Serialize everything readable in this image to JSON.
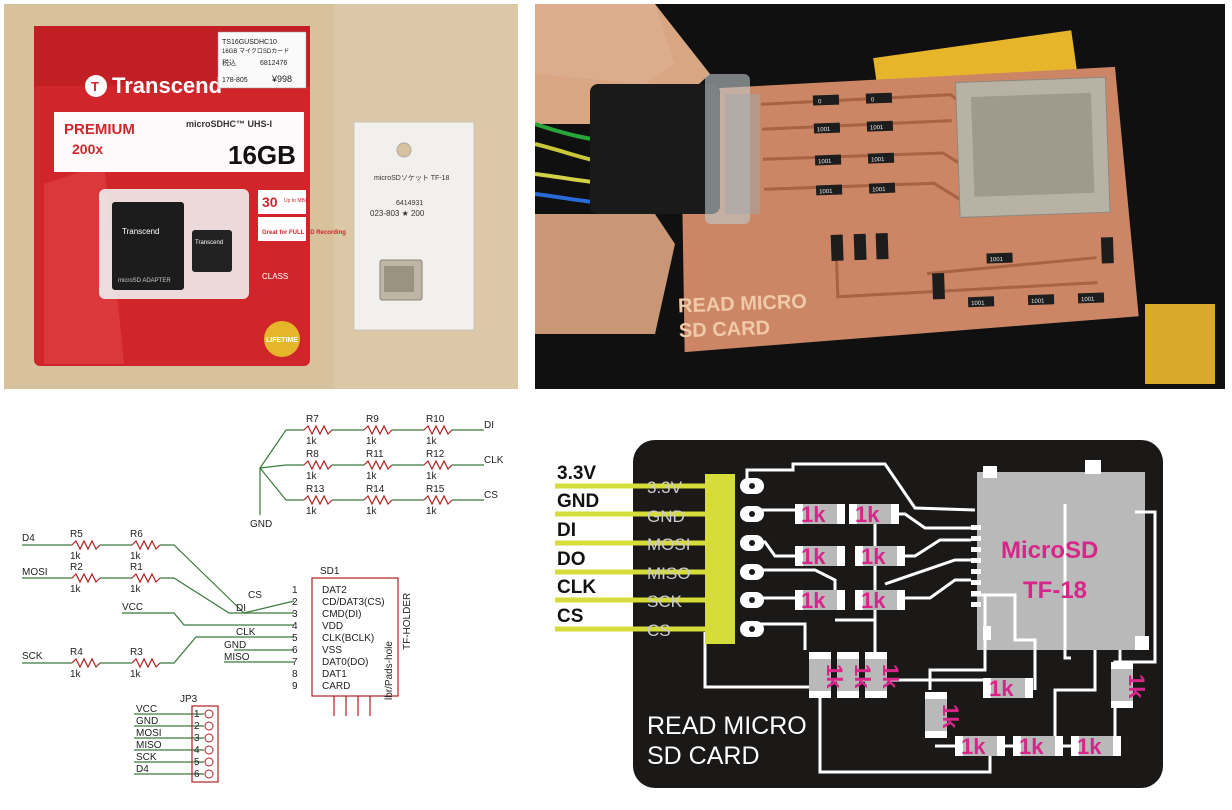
{
  "packages_photo": {
    "card_brand": "Transcend",
    "card_line": "PREMIUM",
    "card_speed": "200x",
    "card_type": "microSDHC™ UHS-I",
    "card_capacity": "16GB",
    "card_speed_class": "30",
    "card_speed_unit": "Up to MB/s",
    "card_fullhd": "Great for FULL HD Recording",
    "card_class": "CLASS",
    "card_adapter": "microSD ADAPTER",
    "card_lifetime": "LIFETIME",
    "price_tag_line1": "TS16GUSDHC10",
    "price_tag_line2": "16GB マイクロSDカード",
    "price_tag_tax": "税込",
    "price_tag_code1": "6812476",
    "price_tag_code2": "178-805",
    "price_tag_price": "¥998",
    "socket_label": "microSDソケット TF-18",
    "socket_code": "6414931",
    "socket_price": "023-803 ★ 200"
  },
  "board_photo": {
    "silkscreen": [
      "READ MICRO",
      "SD CARD"
    ],
    "resistor_marking": "1001",
    "resistor_marking_short": "0"
  },
  "schematic": {
    "resistors": [
      {
        "ref": "R7",
        "val": "1k"
      },
      {
        "ref": "R9",
        "val": "1k"
      },
      {
        "ref": "R10",
        "val": "1k"
      },
      {
        "ref": "R8",
        "val": "1k"
      },
      {
        "ref": "R11",
        "val": "1k"
      },
      {
        "ref": "R12",
        "val": "1k"
      },
      {
        "ref": "R13",
        "val": "1k"
      },
      {
        "ref": "R14",
        "val": "1k"
      },
      {
        "ref": "R15",
        "val": "1k"
      },
      {
        "ref": "R5",
        "val": "1k"
      },
      {
        "ref": "R6",
        "val": "1k"
      },
      {
        "ref": "R2",
        "val": "1k"
      },
      {
        "ref": "R1",
        "val": "1k"
      },
      {
        "ref": "R4",
        "val": "1k"
      },
      {
        "ref": "R3",
        "val": "1k"
      }
    ],
    "right_nets": [
      "DI",
      "CLK",
      "CS"
    ],
    "gnd": "GND",
    "left_nets": [
      "D4",
      "MOSI",
      "VCC",
      "SCK"
    ],
    "mid_nets": [
      "CS",
      "DI",
      "CLK",
      "GND",
      "MISO"
    ],
    "holder_ref": "SD1",
    "holder_name": "TF-HOLDER",
    "holder_pins": [
      {
        "num": "1",
        "name": "DAT2"
      },
      {
        "num": "2",
        "name": "CD/DAT3(CS)"
      },
      {
        "num": "3",
        "name": "CMD(DI)"
      },
      {
        "num": "4",
        "name": "VDD"
      },
      {
        "num": "5",
        "name": "CLK(BCLK)"
      },
      {
        "num": "6",
        "name": "VSS"
      },
      {
        "num": "7",
        "name": "DAT0(DO)"
      },
      {
        "num": "8",
        "name": "DAT1"
      },
      {
        "num": "9",
        "name": "CARD"
      }
    ],
    "holder_note": "lbr/Pads-hole",
    "header_ref": "JP3",
    "header_pins": [
      {
        "num": "1",
        "name": "VCC"
      },
      {
        "num": "2",
        "name": "GND"
      },
      {
        "num": "3",
        "name": "MOSI"
      },
      {
        "num": "4",
        "name": "MISO"
      },
      {
        "num": "5",
        "name": "SCK"
      },
      {
        "num": "6",
        "name": "D4"
      }
    ]
  },
  "pcb": {
    "pin_labels": [
      "3.3V",
      "GND",
      "DI",
      "DO",
      "CLK",
      "CS"
    ],
    "silk_pins": [
      "3.3V",
      "GND",
      "MOSI",
      "MISO",
      "SCK",
      "CS"
    ],
    "resistor_value": "1k",
    "chip_name": "MicroSD",
    "chip_part": "TF-18",
    "title": [
      "READ MICRO",
      "SD CARD"
    ],
    "colors": {
      "board": "#1b1818",
      "trace": "#ffffff",
      "header": "#d6dc3a",
      "label": "#d6268a",
      "socket": "#b9b9b9",
      "pin_line": "#d6dc3a"
    }
  }
}
